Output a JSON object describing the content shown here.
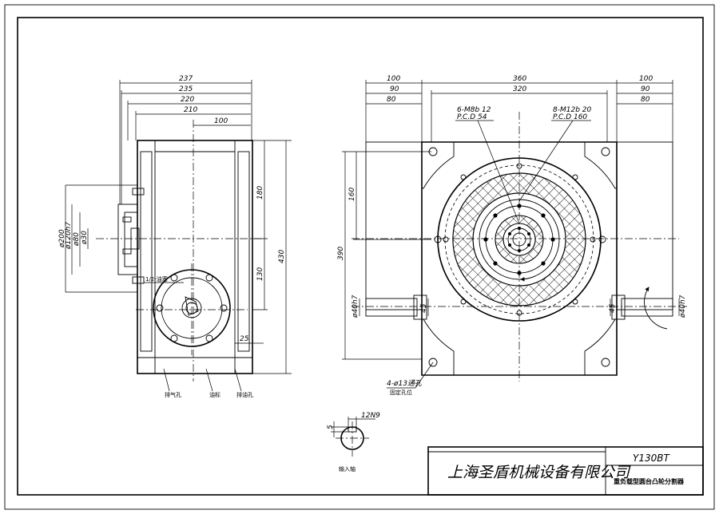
{
  "title_block": {
    "company": "上海圣盾机械设备有限公司",
    "model": "Y130BT",
    "name": "重负载型圆台凸轮分割器"
  },
  "side_view": {
    "dims": {
      "w237": "237",
      "w235": "235",
      "w220": "220",
      "w210": "210",
      "w100": "100",
      "h180": "180",
      "h430": "430",
      "h130": "130",
      "w25": "25",
      "d200": "ø200",
      "d120h7": "ø120h7",
      "d80": "ø80",
      "d30": "ø30",
      "oil_plug": "1/2-油塞"
    },
    "callouts": [
      "排气孔",
      "油标",
      "排油孔"
    ]
  },
  "front_view": {
    "dims": {
      "w100l": "100",
      "w90l": "90",
      "w80l": "80",
      "w360": "360",
      "w320": "320",
      "w100r": "100",
      "w90r": "90",
      "w80r": "80",
      "h160": "160",
      "h390": "390",
      "shaft_l": "ø40h7",
      "shaft_r": "ø40h7",
      "len_l": "45",
      "len_r": "45"
    },
    "hole_note_1": "6-M8b 12",
    "hole_note_1b": "P.C.D 54",
    "hole_note_2": "8-M12b 20",
    "hole_note_2b": "P.C.D 160",
    "mount_note": "4-ø13通孔",
    "mount_note_b": "固定孔位"
  },
  "shaft_detail": {
    "keyway": "12N9",
    "depth": "5",
    "label": "输入轴"
  }
}
